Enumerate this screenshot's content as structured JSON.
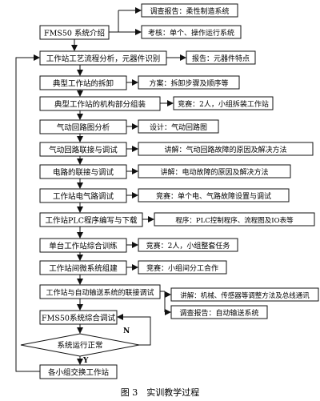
{
  "diagram": {
    "main_steps": [
      "FMS50 系统介绍",
      "工作站工艺流程分析，元器件识别",
      "典型工作站的拆卸",
      "典型工作站的机构部分组装",
      "气动回路图分析",
      "气动回路联接与调试",
      "电路的联接与调试",
      "工作站电气路调试",
      "工作站PLC程序编写与下载",
      "单台工作站综合训练",
      "工作站间微系统组建",
      "工作站与自动输送系统的联接调试",
      "FMS50系统综合调试",
      "各小组交换工作站"
    ],
    "decision": "系统运行正常",
    "side_notes": {
      "intro_top": "调查报告：柔性制造系统",
      "intro_bottom": "考核：单个、操作运行系统",
      "process": "报告：元器件特点",
      "disassembly": "方案：拆卸步骤及顺序等",
      "assembly": "竞赛：2人，小组拆装工作站",
      "pneumatic_analysis": "设计：气动回路图",
      "pneumatic_connect": "讲解：气动回路故障的原因及解决方法",
      "circuit": "讲解：电动故障的原因及解决方法",
      "electro_pneumatic": "竞赛：单个电、气路故障设置与调试",
      "plc": "程序：PLC控制程序、流程图及IO表等",
      "single_station": "竞赛：2人，小组整套任务",
      "micro_system": "竞赛：小组间分工合作",
      "conveyor_top": "讲解：机械、传感器等调整方法及总线通讯",
      "conveyor_bottom": "调查报告：自动输送系统"
    },
    "branch_no": "N",
    "branch_yes": "Y"
  },
  "caption": "图 3　实训教学过程"
}
